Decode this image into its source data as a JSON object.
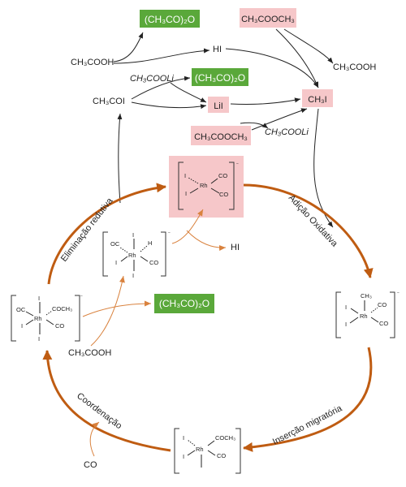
{
  "top": {
    "acetic_anhydride_1": "(CH₃CO)₂O",
    "methyl_acetate_1": "CH₃COOCH₃",
    "acetic_acid_1": "CH₃COOH",
    "hi_1": "HI",
    "acetic_acid_2": "CH₃COOH",
    "lithium_acetate_1": "CH₃COOLi",
    "acetic_anhydride_2": "(CH₃CO)₂O",
    "acetyl_iodide": "CH₃COI",
    "lithium_iodide": "LiI",
    "methyl_iodide": "CH₃I",
    "methyl_acetate_2": "CH₃COOCH₃",
    "lithium_acetate_2": "CH₃COOLi"
  },
  "cycle": {
    "step_reductive_elimination": "Eliminação redutiva",
    "step_oxidative_addition": "Adição Oxidativa",
    "step_migratory_insertion": "Inserção migratória",
    "step_coordination": "Coordenação"
  },
  "side": {
    "hi_out": "HI",
    "anhydride_out": "(CH₃CO)₂O",
    "acetic_acid_in": "CH₃COOH",
    "co_in": "CO"
  },
  "complexes": {
    "metal": "Rh",
    "iodide": "I",
    "carbonyl": "CO",
    "oc": "OC",
    "hydride": "H",
    "methyl": "CH₃",
    "acetyl": "COCH₃",
    "charge": "−"
  },
  "colors": {
    "green_box": "#5aa83a",
    "pink_box": "#f6c7c9",
    "cycle_arrow": "#bf5c12",
    "side_arrow": "#d9823e"
  }
}
